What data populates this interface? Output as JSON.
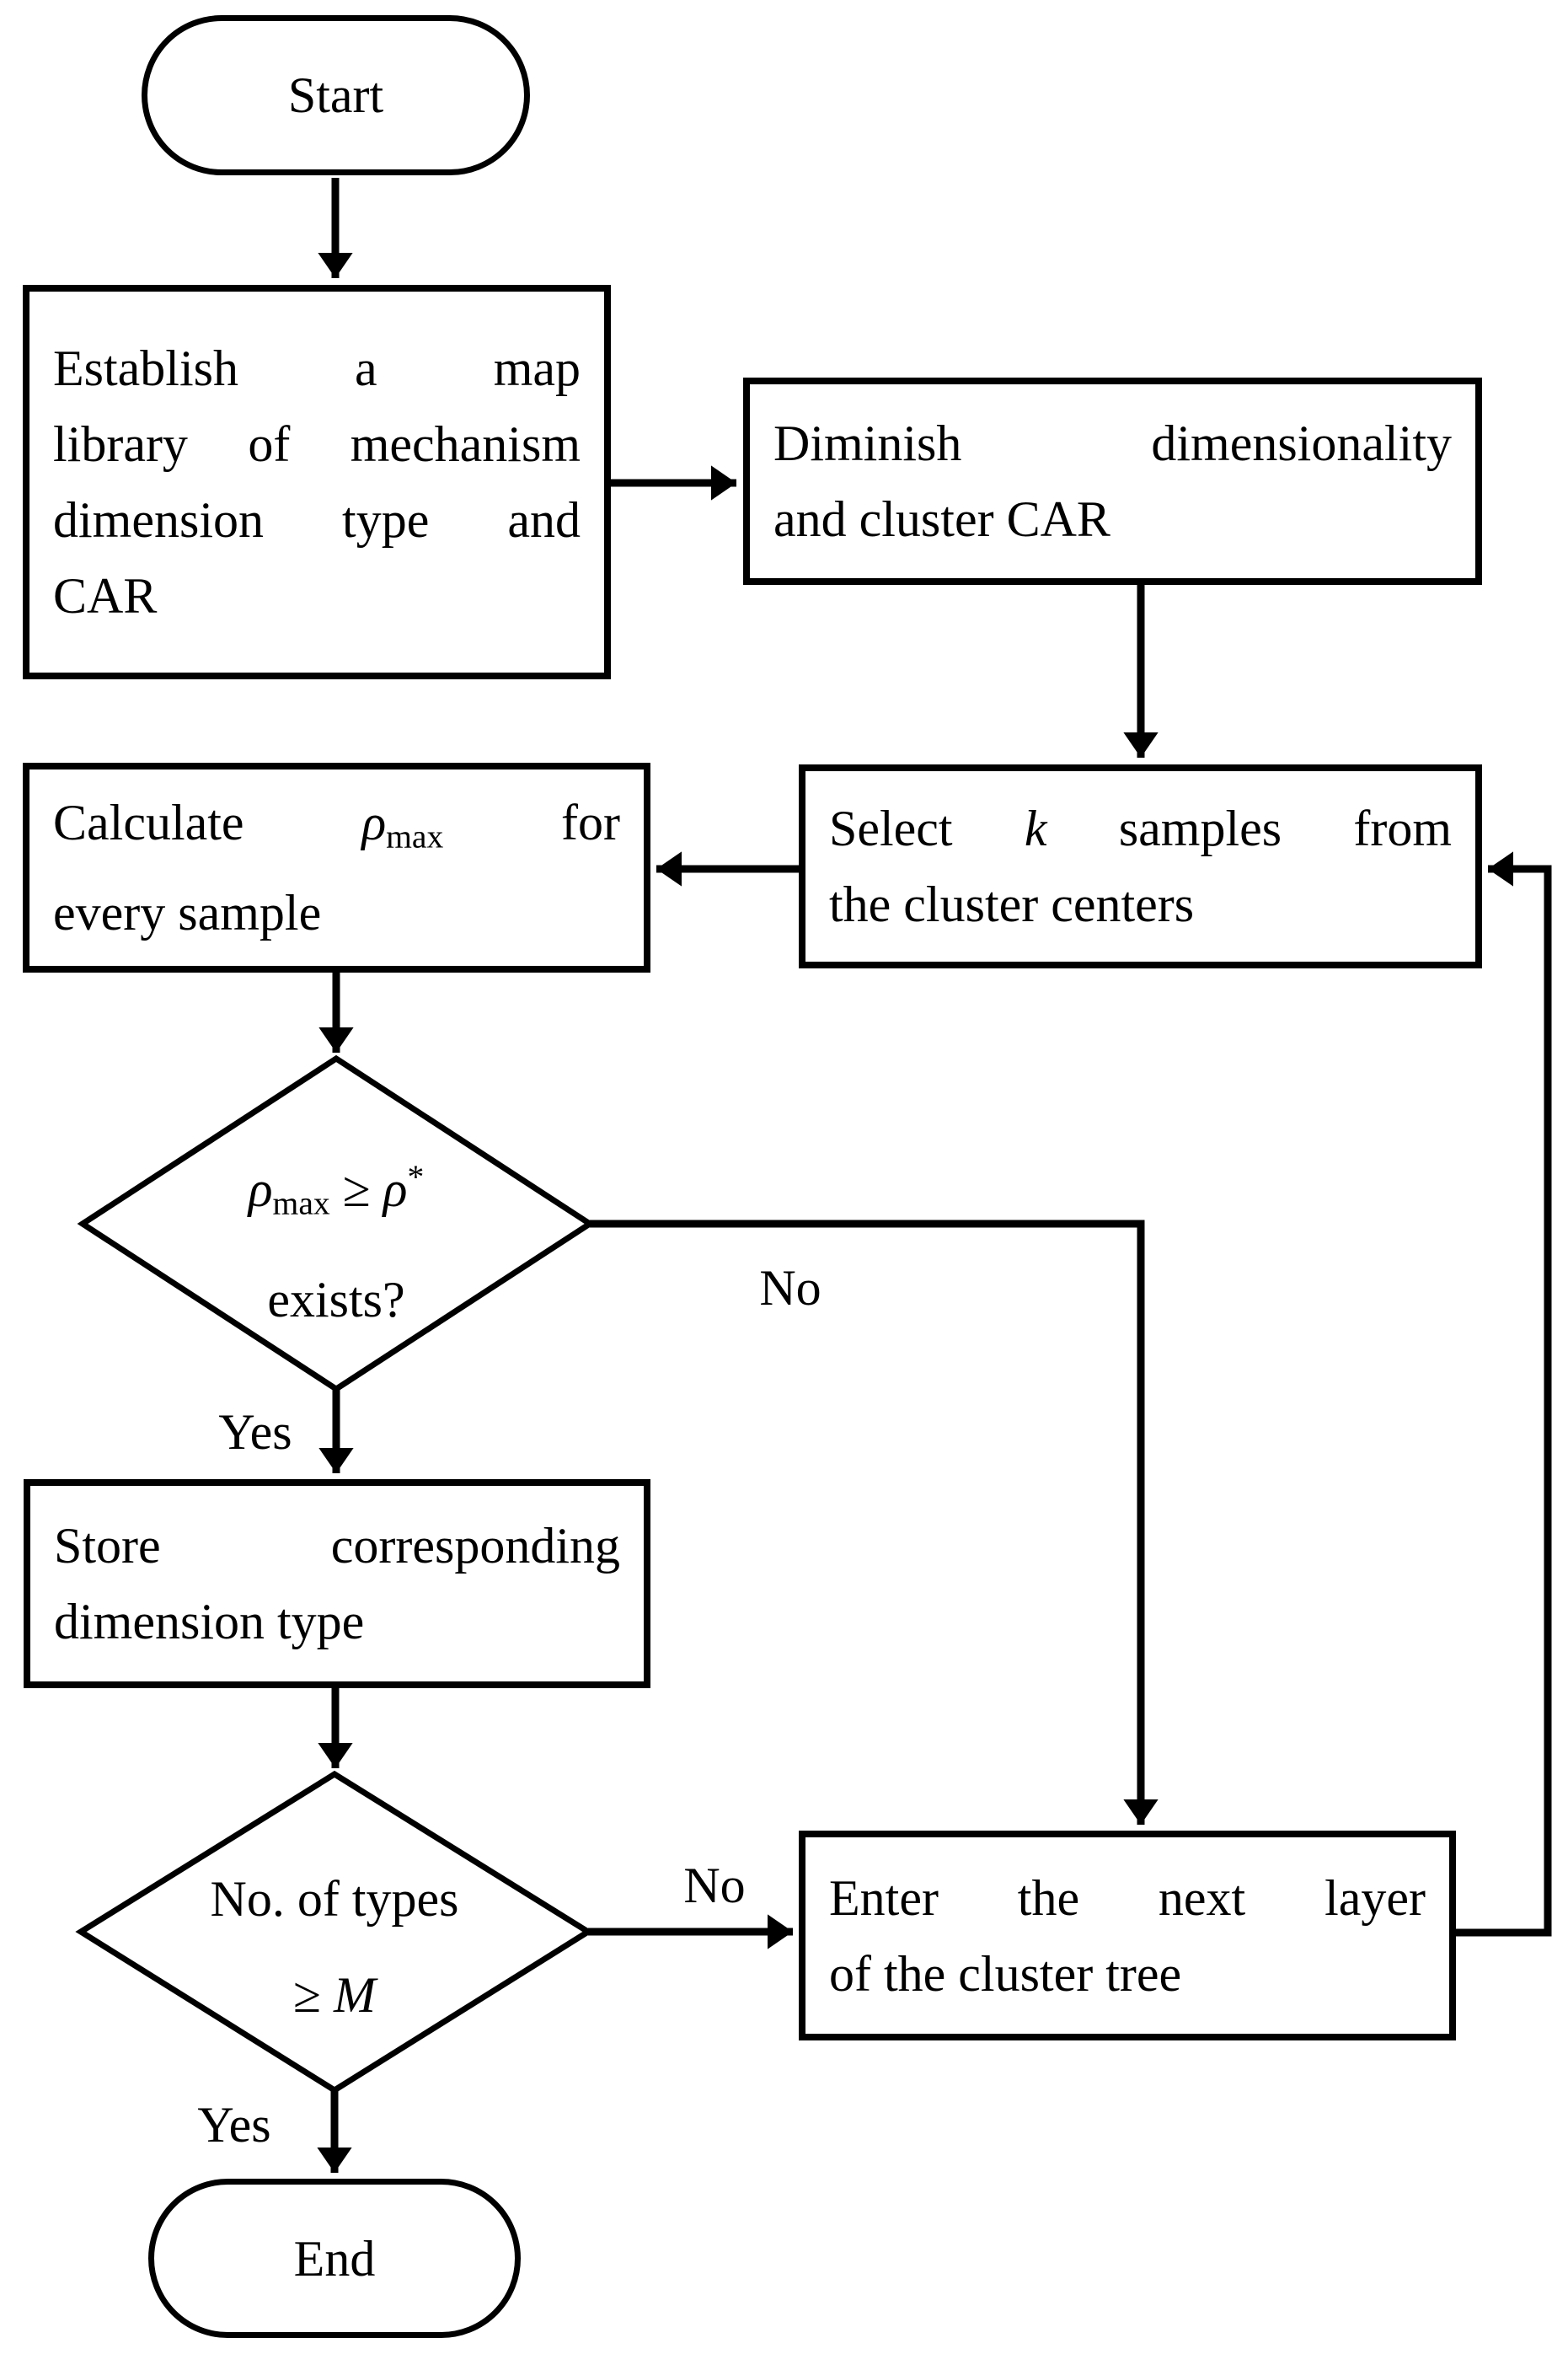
{
  "figure": {
    "type": "flowchart",
    "background": "#ffffff",
    "stroke_color": "#000000"
  },
  "nodes": {
    "start": {
      "label": "Start"
    },
    "establish": {
      "line1": "Establish a map",
      "line2": "library of mechanism",
      "line3": "dimension type and",
      "line4": "CAR"
    },
    "diminish": {
      "line1": "Diminish dimensionality",
      "line2": "and cluster CAR"
    },
    "select": {
      "line1_pre": "Select",
      "line1_var": "k",
      "line1_post": "samples from",
      "line2": "the cluster centers"
    },
    "calculate": {
      "line1_pre": "Calculate",
      "line1_var": "ρ",
      "line1_sub": "max",
      "line1_post": "for",
      "line2": "every sample"
    },
    "decision1": {
      "var1": "ρ",
      "var1_sub": "max",
      "operator": "≥",
      "var2": "ρ",
      "var2_sup": "*",
      "line2": "exists?"
    },
    "store": {
      "line1": "Store corresponding",
      "line2": "dimension type"
    },
    "decision2": {
      "line1": "No. of types",
      "operator": "≥",
      "var": "M"
    },
    "enter": {
      "line1": "Enter the next layer",
      "line2": "of the cluster tree"
    },
    "end": {
      "label": "End"
    }
  },
  "edge_labels": {
    "decision1_yes": "Yes",
    "decision1_no": "No",
    "decision2_yes": "Yes",
    "decision2_no": "No"
  }
}
